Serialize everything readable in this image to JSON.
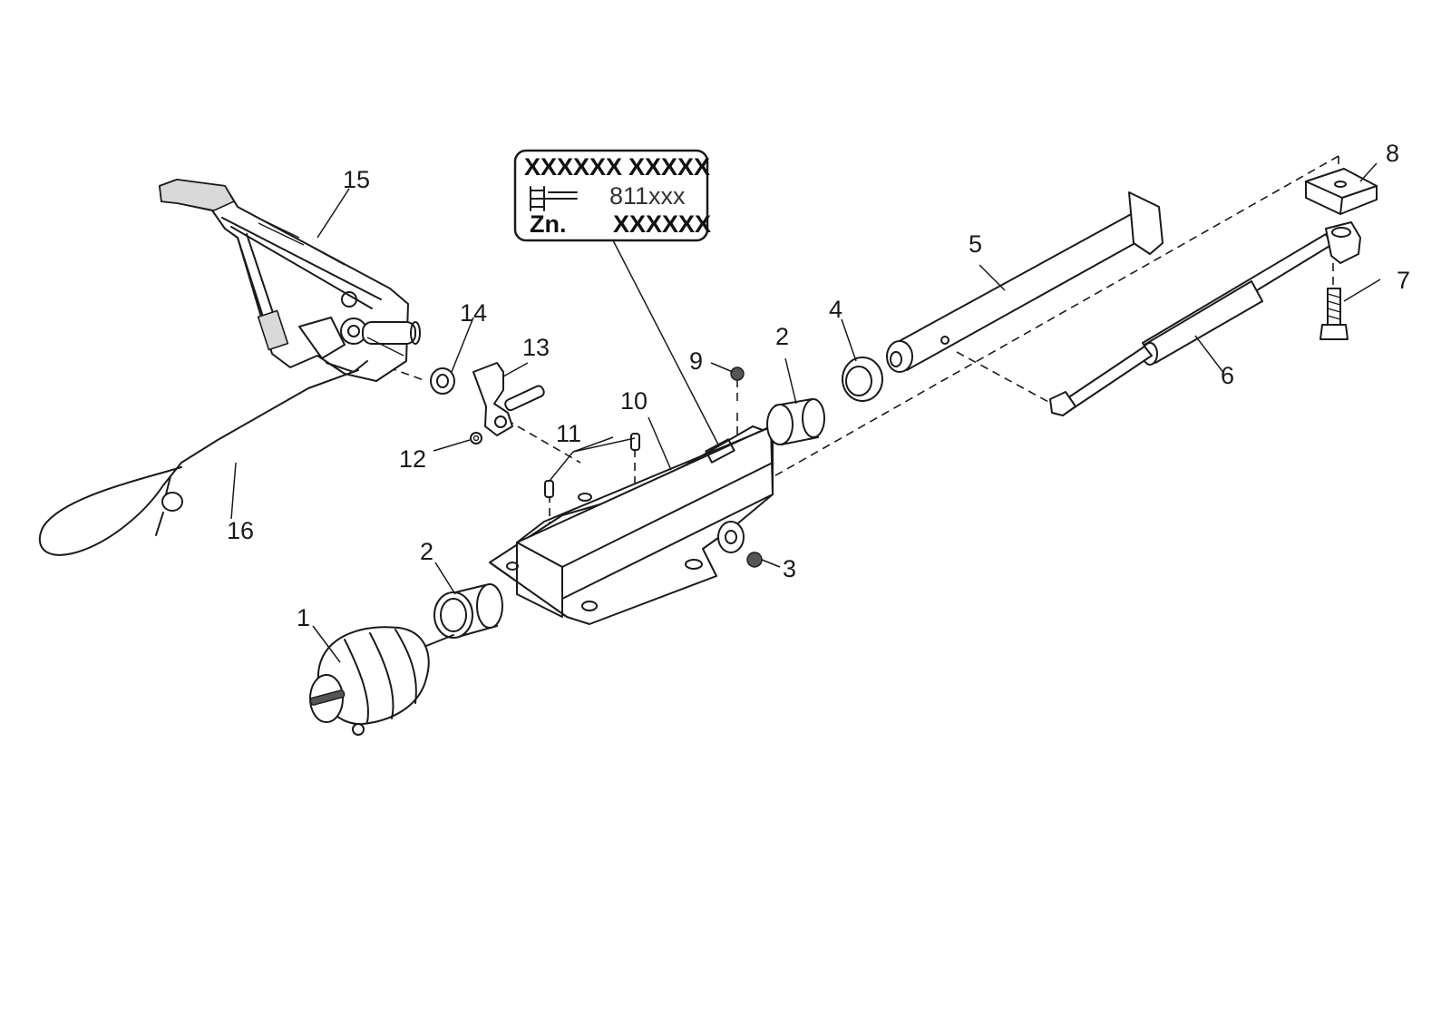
{
  "plate": {
    "row1_left": "XXXXXX",
    "row1_right": "XXXXX",
    "row2_code": "811xxx",
    "row3_left": "Zn.",
    "row3_right": "XXXXXX",
    "icon": "hitch-symbol-icon"
  },
  "callouts": {
    "c1": "1",
    "c2a": "2",
    "c2b": "2",
    "c3": "3",
    "c4": "4",
    "c5": "5",
    "c6": "6",
    "c7": "7",
    "c8": "8",
    "c9": "9",
    "c10": "10",
    "c11": "11",
    "c12": "12",
    "c13": "13",
    "c14": "14",
    "c15": "15",
    "c16": "16"
  }
}
